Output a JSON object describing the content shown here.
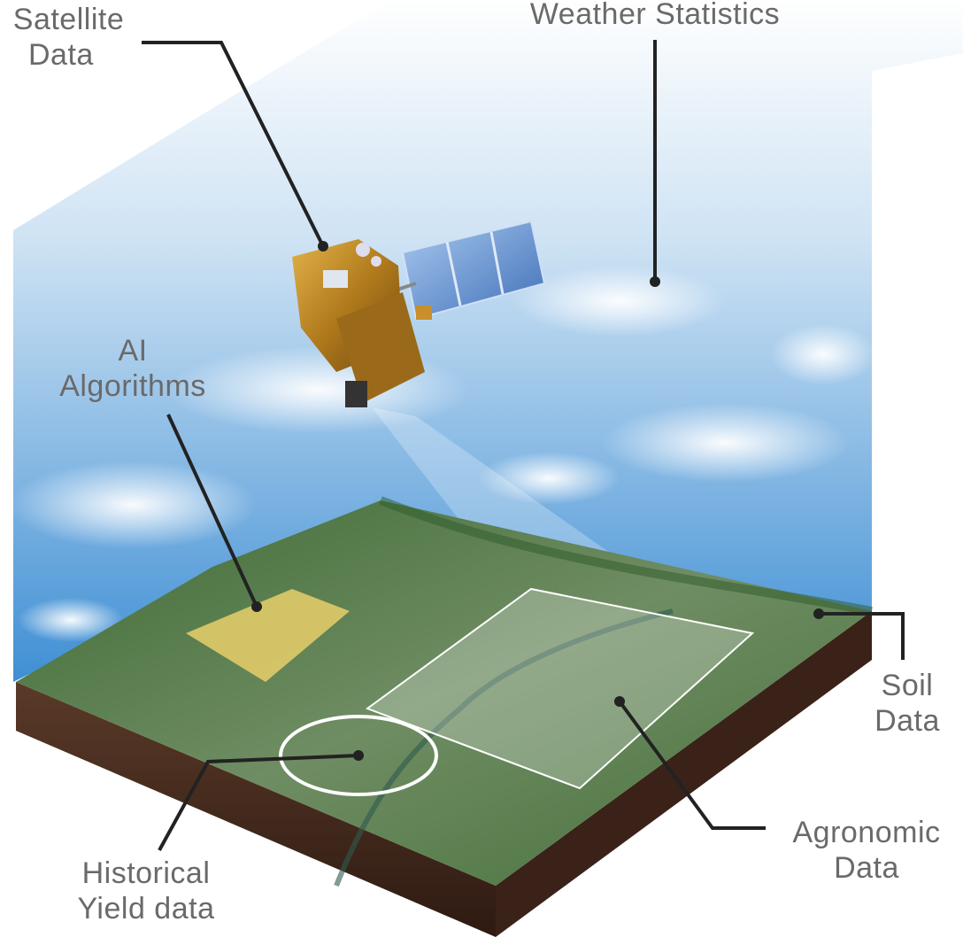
{
  "labels": {
    "satellite": [
      "Satellite",
      "Data"
    ],
    "weather": [
      "Weather Statistics"
    ],
    "ai": [
      "AI",
      "Algorithms"
    ],
    "soil": [
      "Soil",
      "Data"
    ],
    "agronomic": [
      "Agronomic",
      "Data"
    ],
    "historical": [
      "Historical",
      "Yield data"
    ]
  },
  "colors": {
    "text": "#6a6a6a",
    "leader": "#222222",
    "sky_top": "#ffffff",
    "sky_bottom": "#3d8fd6",
    "terrain": "#4f7a3a",
    "soil": "#4a2c1e",
    "field": "#e8cf6a"
  }
}
